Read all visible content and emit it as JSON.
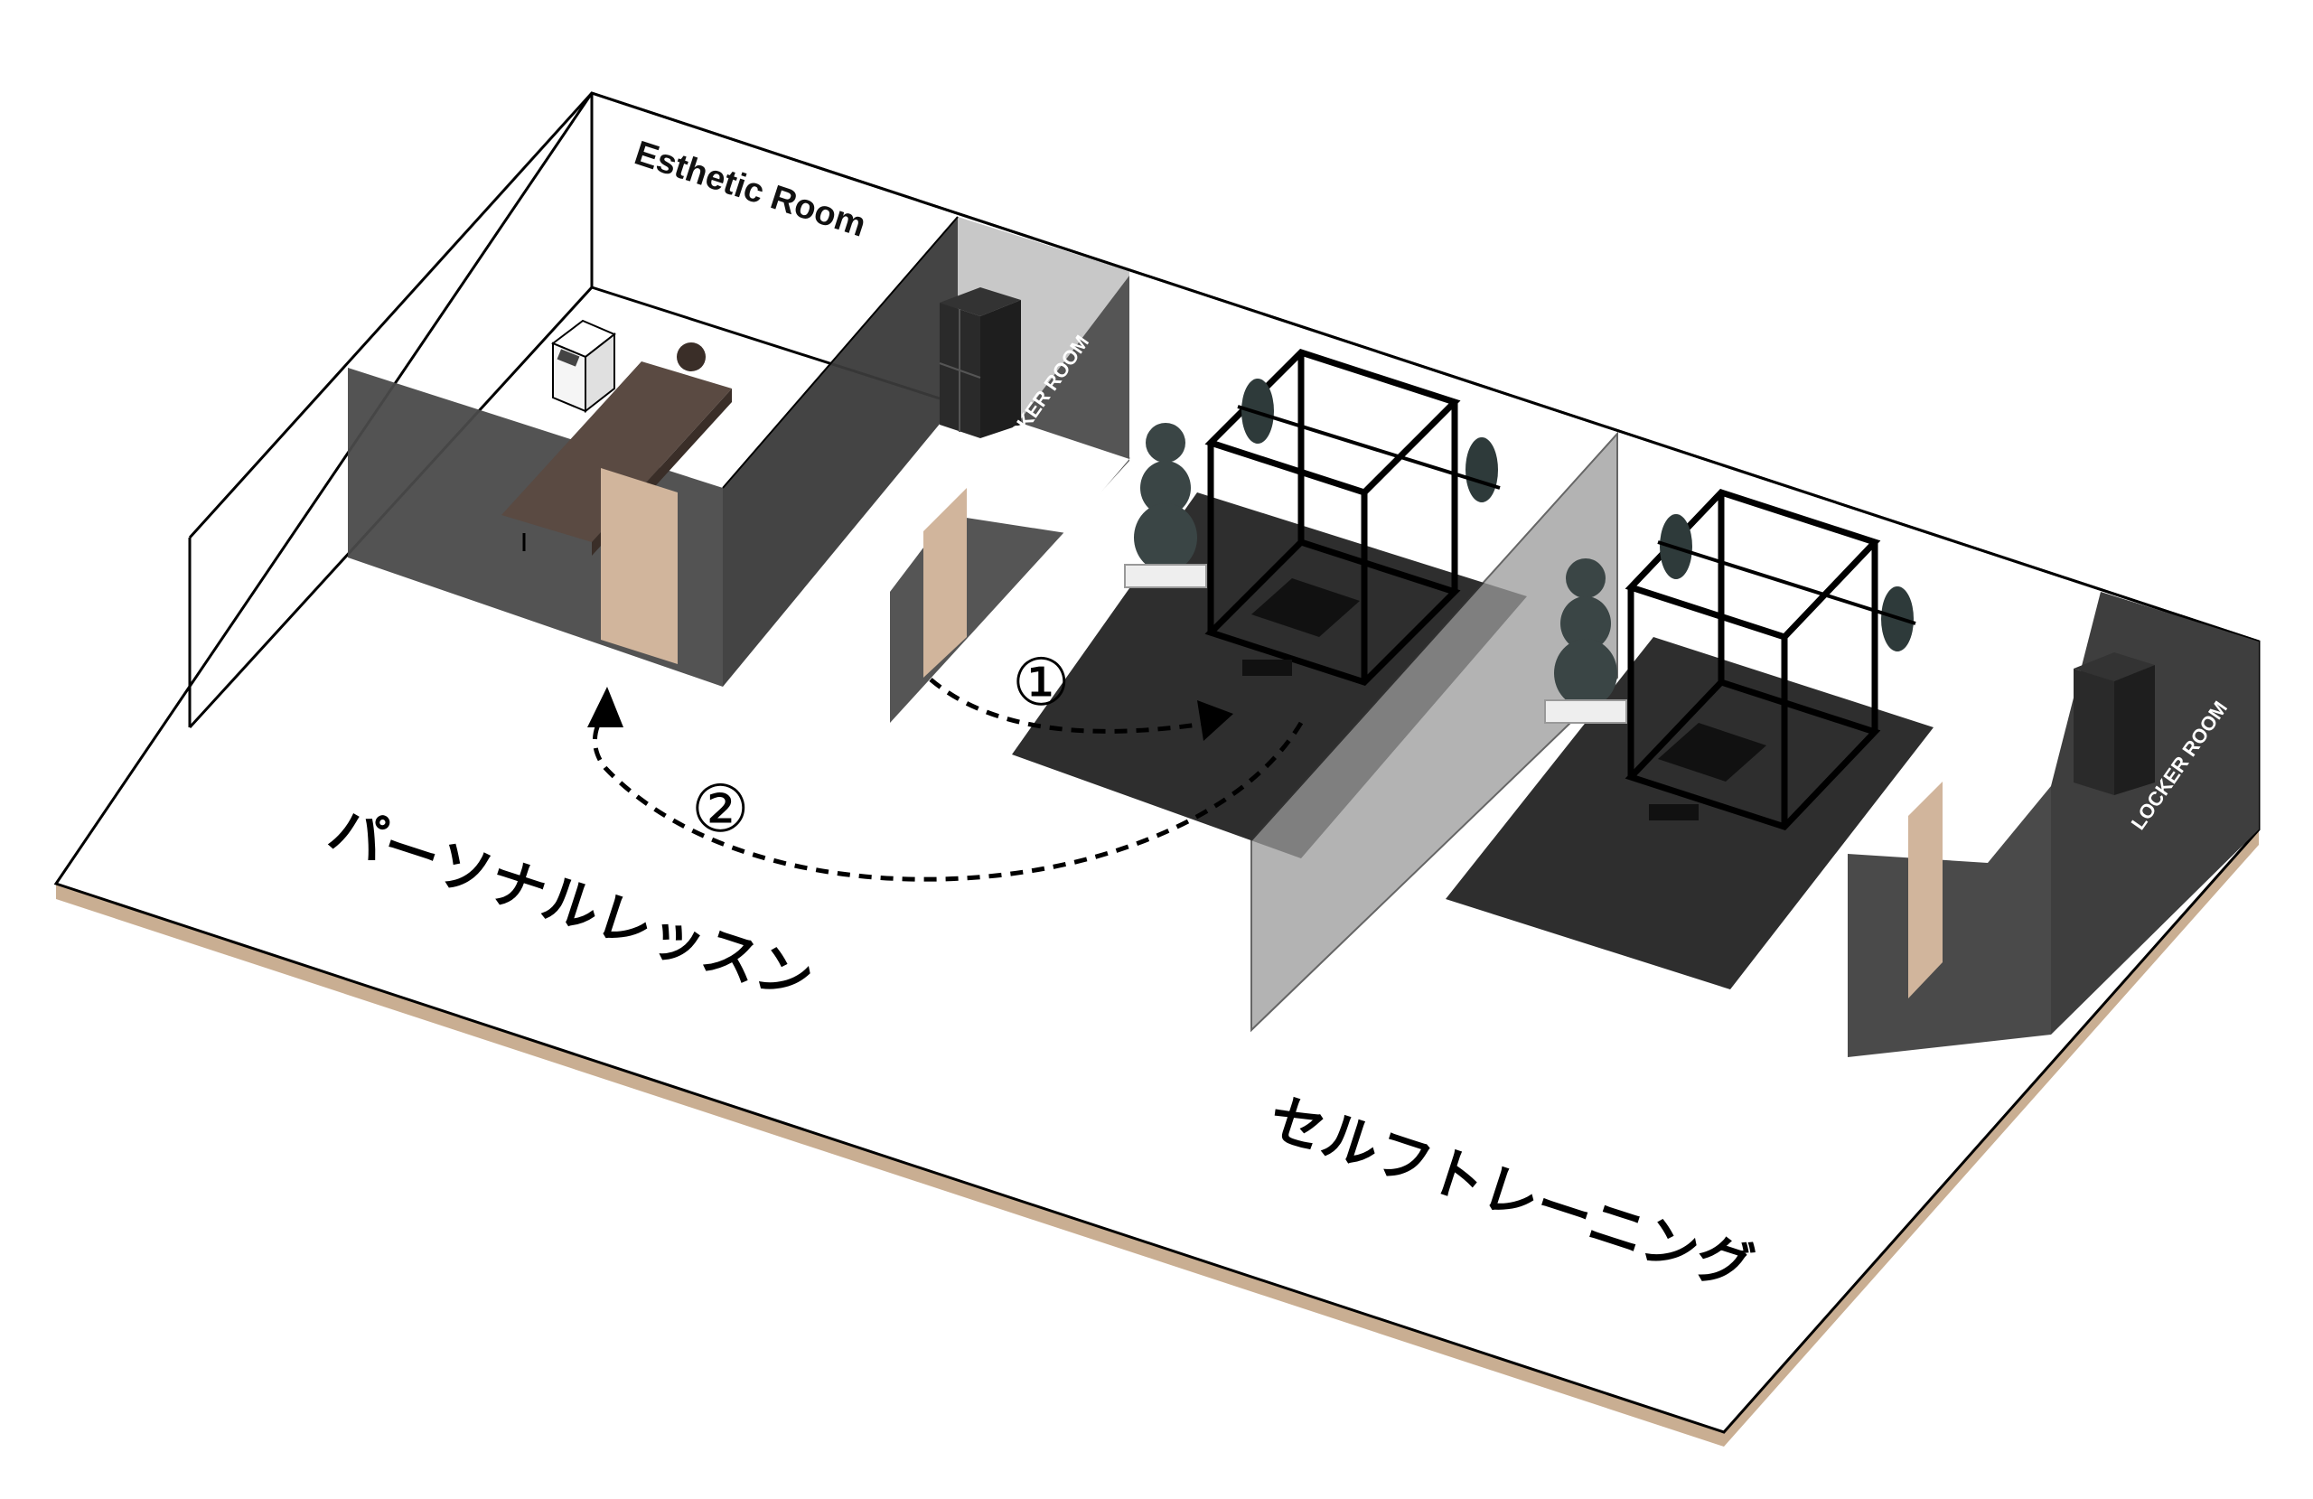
{
  "labels": {
    "esthetic_room": "Esthetic Room",
    "locker_room_left": "LOCKER ROOM",
    "locker_room_right": "LOCKER ROOM",
    "personal_lesson": "パーソナルレッスン",
    "self_training": "セルフトレーニング",
    "step_1": "①",
    "step_2": "②"
  },
  "colors": {
    "floor": "#ffffff",
    "floor_edge": "#c9ae92",
    "wall_dark": "#4a4a4a",
    "mat": "#2e2e2e",
    "door": "#d1b59c",
    "glass": "#9a9a9a",
    "outline": "#000000"
  },
  "icons": [
    "power-rack-icon",
    "bench-icon",
    "weight-plate-icon",
    "massage-bed-icon",
    "locker-icon",
    "machine-icon"
  ]
}
